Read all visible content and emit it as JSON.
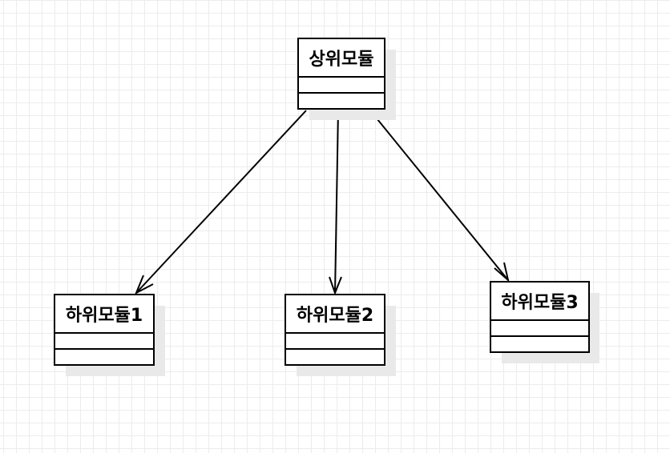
{
  "diagram": {
    "nodes": [
      {
        "id": "parent",
        "title": "상위모듈"
      },
      {
        "id": "child1",
        "title": "하위모듈1"
      },
      {
        "id": "child2",
        "title": "하위모듈2"
      },
      {
        "id": "child3",
        "title": "하위모듈3"
      }
    ],
    "edges": [
      {
        "from": "parent",
        "to": "child1"
      },
      {
        "from": "parent",
        "to": "child2"
      },
      {
        "from": "parent",
        "to": "child3"
      }
    ],
    "colors": {
      "line": "#000000",
      "grid": "#ececec",
      "shadow": "#e9e9e9"
    }
  }
}
